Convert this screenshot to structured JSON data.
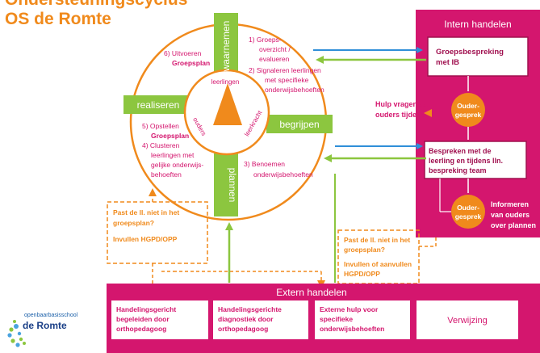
{
  "title": {
    "line1": "Ondersteuningscyclus",
    "line2": "OS de Romte"
  },
  "wheel": {
    "segments": {
      "top": "waarnemen",
      "right": "begrijpen",
      "bottom": "plannen",
      "left": "realiseren"
    },
    "center": {
      "top": "leerlingen",
      "left": "ouders",
      "right": "leerkracht"
    },
    "quadrant_texts": {
      "top_left": [
        "6) Uitvoeren",
        "Groepsplan"
      ],
      "top_right": [
        "1) Groeps-",
        "overzicht /",
        "evalueren",
        "2) Signaleren leerlingen",
        "met specifieke",
        "onderwijsbehoeften"
      ],
      "bottom_right": [
        "3) Benoemen",
        "onderwijsbehoeften"
      ],
      "bottom_left": [
        "5) Opstellen",
        "Groepsplan",
        "4) Clusteren",
        "leerlingen met",
        "gelijke onderwijs-",
        "behoeften"
      ]
    }
  },
  "intern": {
    "header": "Intern handelen",
    "box1": [
      "Groepsbespreking",
      "met IB"
    ],
    "circle1": [
      "Ouder-",
      "gesprek"
    ],
    "box2": [
      "Bespreken met de",
      "leerling en tijdens lln.",
      "bespreking team"
    ],
    "circle2": [
      "Ouder-",
      "gesprek"
    ],
    "informeren": [
      "Informeren",
      "van ouders",
      "over plannen"
    ],
    "hulp_vragen": [
      "Hulp vragen aan",
      "ouders tijdens:"
    ]
  },
  "dashed_left": [
    "Past de ll. niet in het",
    "groepsplan?",
    "Invullen HGPD/OPP"
  ],
  "dashed_right": [
    "Past de ll. niet in het",
    "groepsplan?",
    "Invullen of aanvullen",
    "HGPD/OPP"
  ],
  "extern": {
    "header": "Extern handelen",
    "boxes": [
      [
        "Handelingsgericht",
        "begeleiden door",
        "orthopedagoog"
      ],
      [
        "Handelingsgerichte",
        "diagnostiek door",
        "orthopedagoog"
      ],
      [
        "Externe hulp voor",
        "specifieke",
        "onderwijsbehoeften"
      ],
      [
        "Verwijzing"
      ]
    ]
  },
  "logo": {
    "small": "openbaarbasisschool",
    "main": "de Romte"
  },
  "colors": {
    "orange": "#f08a1c",
    "magenta": "#d4166e",
    "green": "#8cc63f",
    "blue": "#2f8fd8",
    "dark_magenta": "#a0104f"
  }
}
